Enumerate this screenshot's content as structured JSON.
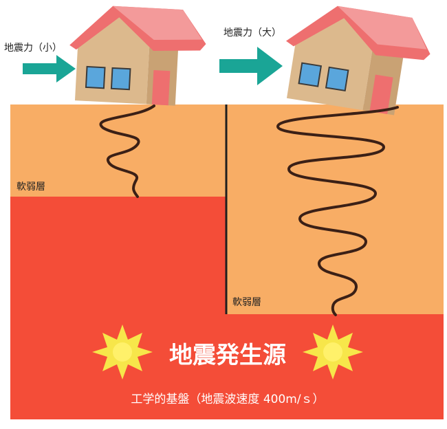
{
  "labels": {
    "force_small": "地震力（小）",
    "force_large": "地震力（大）",
    "soft_layer_left": "軟弱層",
    "soft_layer_right": "軟弱層",
    "source_title": "地震発生源",
    "bedrock": "工学的基盤（地震波速度 400m/ｓ）"
  },
  "colors": {
    "soft_layer": "#f8ad65",
    "bedrock": "#f44d38",
    "arrow": "#1aa596",
    "roof": "#ee6f6f",
    "roof_top": "#f39a9a",
    "wall": "#dcb98d",
    "wall_dark": "#c9a274",
    "window": "#5aa6dc",
    "door": "#ee6f6f",
    "wave": "#3b2016",
    "burst_outer": "#f7e64a",
    "burst_inner": "#fff16a"
  },
  "icons": [
    "house-icon",
    "arrow-right-icon",
    "wave-icon",
    "burst-icon"
  ]
}
